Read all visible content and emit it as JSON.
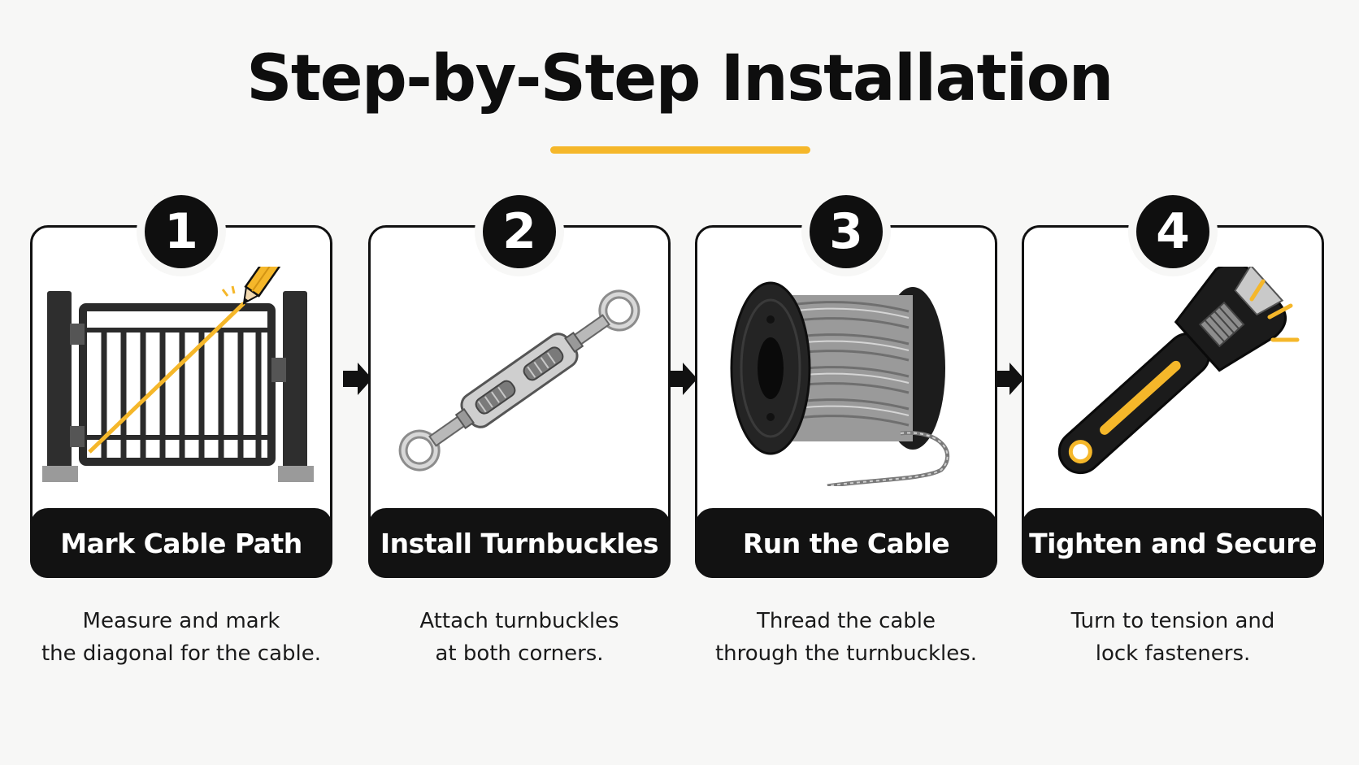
{
  "title": "Step-by-Step Installation",
  "accent_color": "#f5b72a",
  "steps": [
    {
      "number": "1",
      "label": "Mark Cable Path",
      "icon": "gate-pencil-icon",
      "desc_line1": "Measure and mark",
      "desc_line2": "the diagonal for the cable."
    },
    {
      "number": "2",
      "label": "Install Turnbuckles",
      "icon": "turnbuckle-icon",
      "desc_line1": "Attach turnbuckles",
      "desc_line2": "at both corners."
    },
    {
      "number": "3",
      "label": "Run the Cable",
      "icon": "cable-spool-icon",
      "desc_line1": "Thread the cable",
      "desc_line2": "through the turnbuckles."
    },
    {
      "number": "4",
      "label": "Tighten and Secure",
      "icon": "wrench-icon",
      "desc_line1": "Turn to tension and",
      "desc_line2": "lock fasteners."
    }
  ]
}
